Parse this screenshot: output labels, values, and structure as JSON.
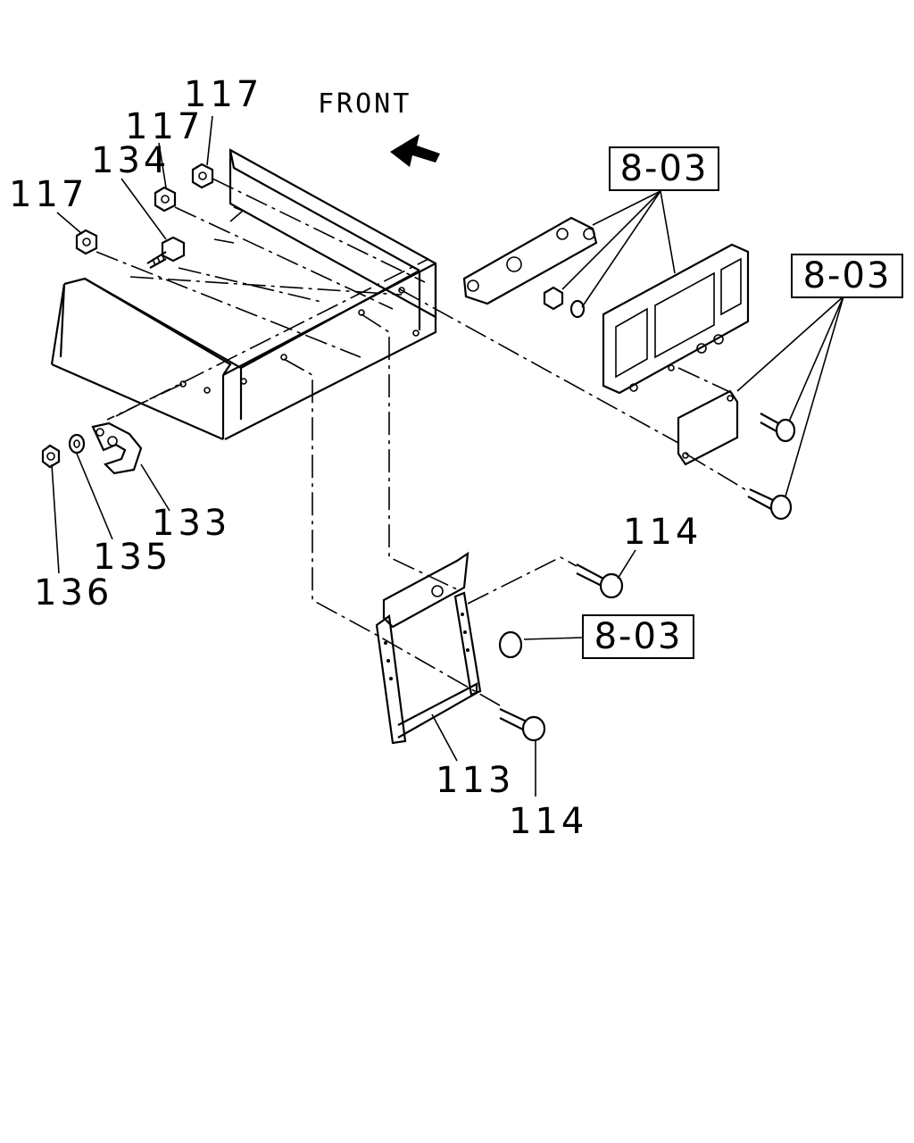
{
  "diagram": {
    "orientation_label": "FRONT",
    "reference_boxes": [
      "8-03",
      "8-03",
      "8-03"
    ],
    "part_labels": {
      "p117_a": "117",
      "p117_b": "117",
      "p134": "134",
      "p117_c": "117",
      "p133": "133",
      "p135": "135",
      "p136": "136",
      "p114_a": "114",
      "p113": "113",
      "p114_b": "114"
    }
  }
}
